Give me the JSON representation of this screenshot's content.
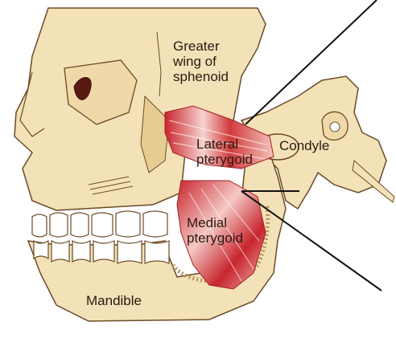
{
  "labels": {
    "greater_wing": [
      "Greater",
      "wing of",
      "sphenoid"
    ],
    "lateral_pterygoid": [
      "Lateral",
      "pterygoid"
    ],
    "condyle": "Condyle",
    "medial_pterygoid": [
      "Medial",
      "pterygoid"
    ],
    "mandible": "Mandible"
  },
  "colors": {
    "bone": "#f3e2b8",
    "bone_shade": "#e6cc92",
    "outline": "#6b4a26",
    "muscle": "#c8252d",
    "muscle_light": "#f4c9c5",
    "spongy": "#b8955f",
    "background": "#ffffff"
  }
}
